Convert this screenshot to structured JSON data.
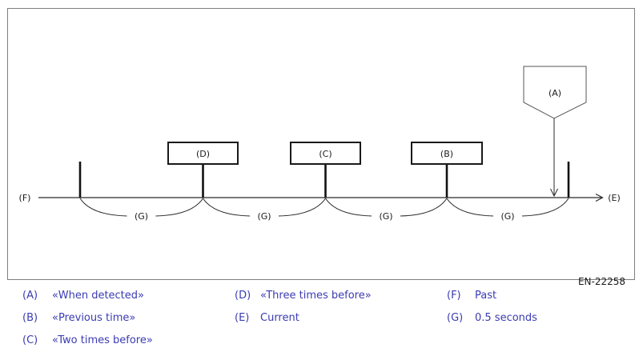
{
  "figure": {
    "id_label": "EN-22258",
    "detection_marker_label": "(A)",
    "boxes": [
      {
        "label": "(D)"
      },
      {
        "label": "(C)"
      },
      {
        "label": "(B)"
      }
    ],
    "past_label": "(F)",
    "current_label": "(E)",
    "interval_labels": [
      "(G)",
      "(G)",
      "(G)",
      "(G)"
    ]
  },
  "legend": {
    "columns": [
      {
        "entries": [
          {
            "key": "(A)",
            "text": "«When detected»"
          },
          {
            "key": "(B)",
            "text": "«Previous time»"
          },
          {
            "key": "(C)",
            "text": "«Two times before»"
          }
        ]
      },
      {
        "entries": [
          {
            "key": "(D)",
            "text": "«Three times before»"
          },
          {
            "key": "(E)",
            "text": "Current"
          }
        ]
      },
      {
        "entries": [
          {
            "key": "(F)",
            "text": "Past"
          },
          {
            "key": "(G)",
            "text": "0.5 seconds"
          }
        ]
      }
    ]
  },
  "colors": {
    "legend_text": "#3b3bb3",
    "diagram_line": "#2a2a2a",
    "frame_border": "#7f7f7f"
  }
}
